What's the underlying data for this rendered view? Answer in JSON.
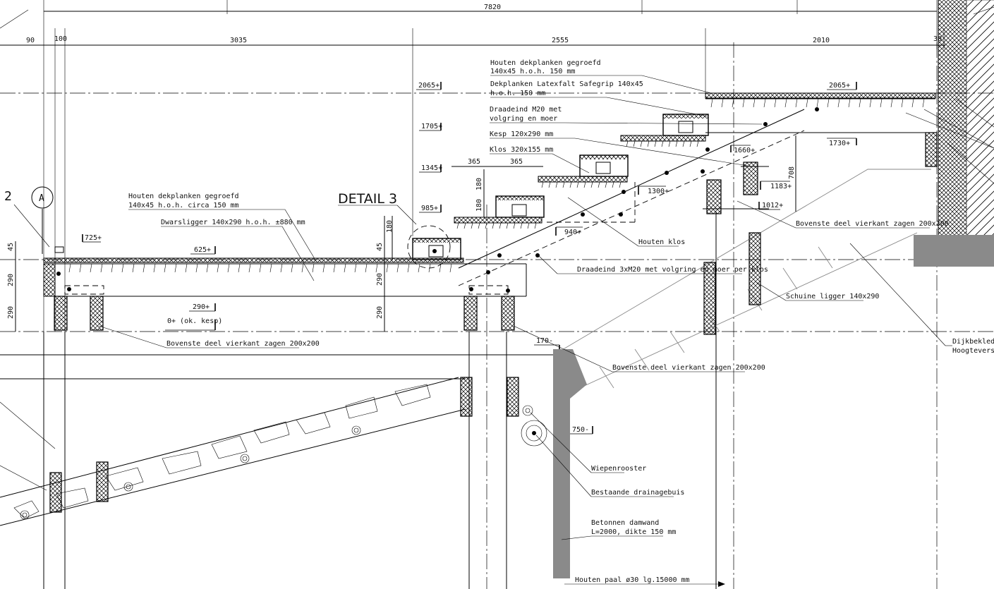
{
  "dimensions": {
    "total": "7820",
    "d90": "90",
    "d100": "100",
    "d3035": "3035",
    "d2555": "2555",
    "d2010": "2010",
    "d30": "30",
    "d365a": "365",
    "d365b": "365",
    "v45a": "45",
    "v290a": "290",
    "v290b": "290",
    "v180a": "180",
    "v45b": "45",
    "v290c": "290",
    "v290d": "290",
    "v180b": "180",
    "v180c": "180",
    "v708": "708"
  },
  "levels": {
    "l2065a": "2065+",
    "l1705": "1705+",
    "l1345": "1345+",
    "l985": "985+",
    "l725": "725+",
    "l625": "625+",
    "l290": "290+",
    "l0": "0+ (ok. kesp)",
    "l170": "170-",
    "l750": "750-",
    "l2065b": "2065+",
    "l1730": "1730+",
    "l1660": "1660+",
    "l1300": "1300+",
    "l940": "940+",
    "l1183": "1183+",
    "l1012": "1012+"
  },
  "labels": {
    "houten_dek_top_1": "Houten dekplanken gegroefd",
    "houten_dek_top_2": "140x45 h.o.h. 150 mm",
    "latex_1": "Dekplanken Latexfalt Safegrip 140x45",
    "latex_2": "h.o.h. 150 mm",
    "draad_1": "Draadeind M20 met",
    "draad_2": "volgring en moer",
    "kesp": "Kesp 120x290 mm",
    "klos": "Klos 320x155 mm",
    "houten_dek_left_1": "Houten dekplanken gegroefd",
    "houten_dek_left_2": "140x45 h.o.h. circa 150 mm",
    "dwarsligger": "Dwarsligger 140x290  h.o.h. ±880 mm",
    "detail": "DETAIL 3",
    "houten_klos": "Houten klos",
    "draad_3x": "Draadeind 3xM20 met volgring en moer per klos",
    "bovenste_right": "Bovenste deel vierkant zagen 200x200",
    "schuine": "Schuine ligger 140x290",
    "bovenste_left": "Bovenste deel vierkant zagen 200x200",
    "bovenste_mid": "Bovenste deel vierkant zagen 200x200",
    "dijk_1": "Dijkbekleding",
    "dijk_2": "Hoogteverso",
    "wiepen": "Wiepenrooster",
    "drainage": "Bestaande drainagebuis",
    "betonnen_1": "Betonnen damwand",
    "betonnen_2": "L=2000, dikte 150 mm",
    "paal": "Houten paal ø30 lg.15000 mm",
    "axis_A": "A",
    "axis_2": "2"
  },
  "colors": {
    "ink": "#000000",
    "concrete": "#8a8a8a",
    "ground_grey": "#777777"
  }
}
